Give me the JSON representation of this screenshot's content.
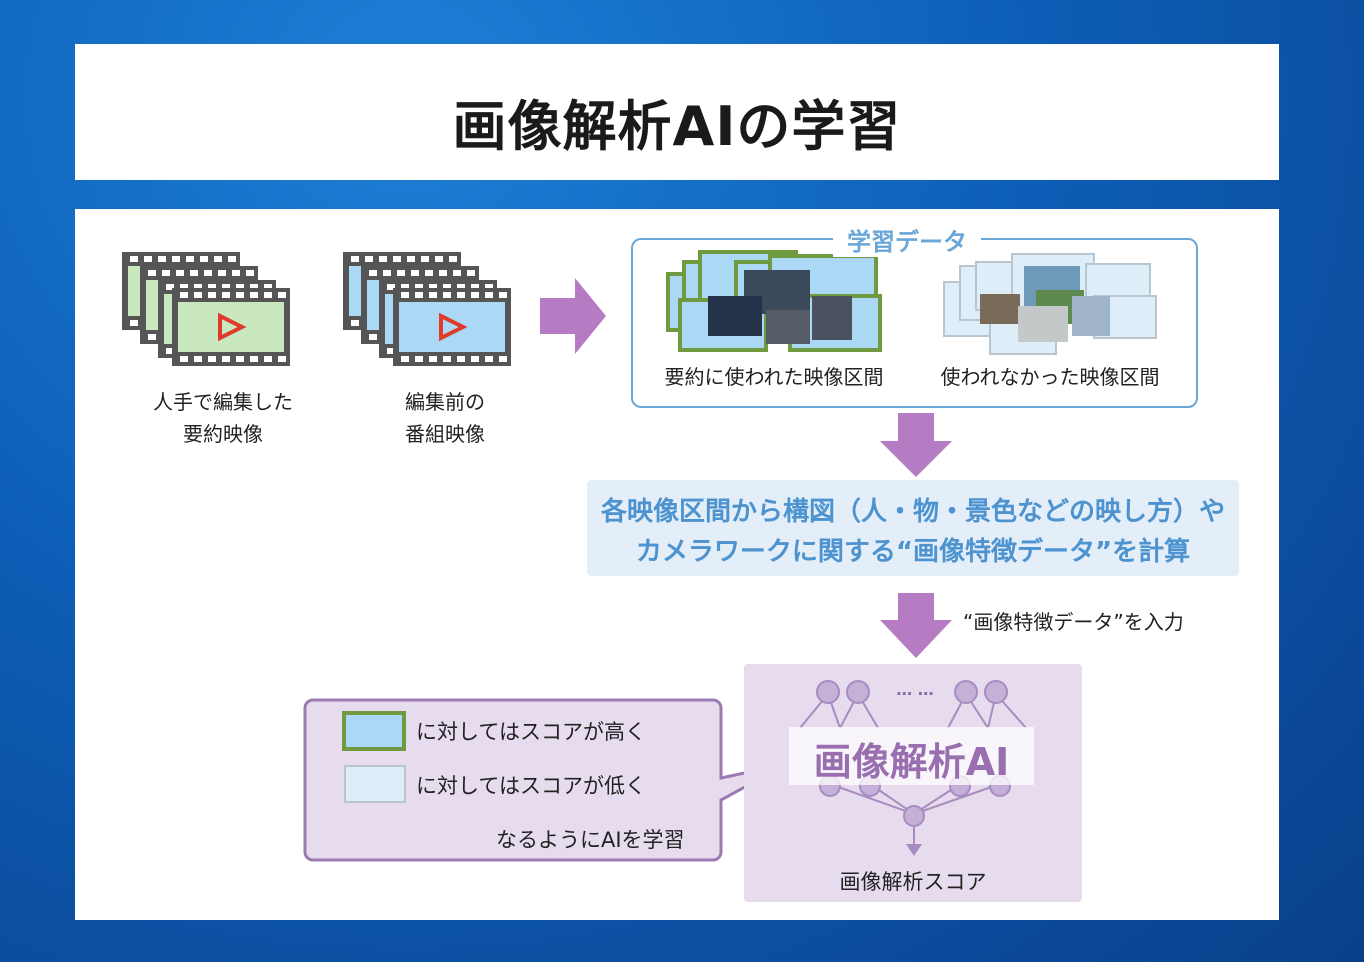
{
  "title": "画像解析AIの学習",
  "inputs": {
    "summary_caption_line1": "人手で編集した",
    "summary_caption_line2": "要約映像",
    "program_caption_line1": "編集前の",
    "program_caption_line2": "番組映像"
  },
  "training_data": {
    "label": "学習データ",
    "used_caption": "要約に使われた映像区間",
    "unused_caption": "使われなかった映像区間"
  },
  "feature_step": {
    "line1": "各映像区間から構図（人・物・景色などの映し方）や",
    "line2": "カメラワークに関する“画像特徴データ”を計算"
  },
  "input_note": "“画像特徴データ”を入力",
  "ai": {
    "label": "画像解析AI",
    "dots": "… …",
    "output_label": "画像解析スコア"
  },
  "legend": {
    "high": "に対してはスコアが高く",
    "low": "に対してはスコアが低く",
    "conclusion": "なるようにAIを学習"
  },
  "colors": {
    "green_frame": "#6f9a3f",
    "green_fill": "#c9e8c0",
    "blue_fill": "#aad8f5",
    "pale_fill": "#ddeef8",
    "purple_arrow": "#b57cc3",
    "accent_blue": "#4d93d0"
  }
}
